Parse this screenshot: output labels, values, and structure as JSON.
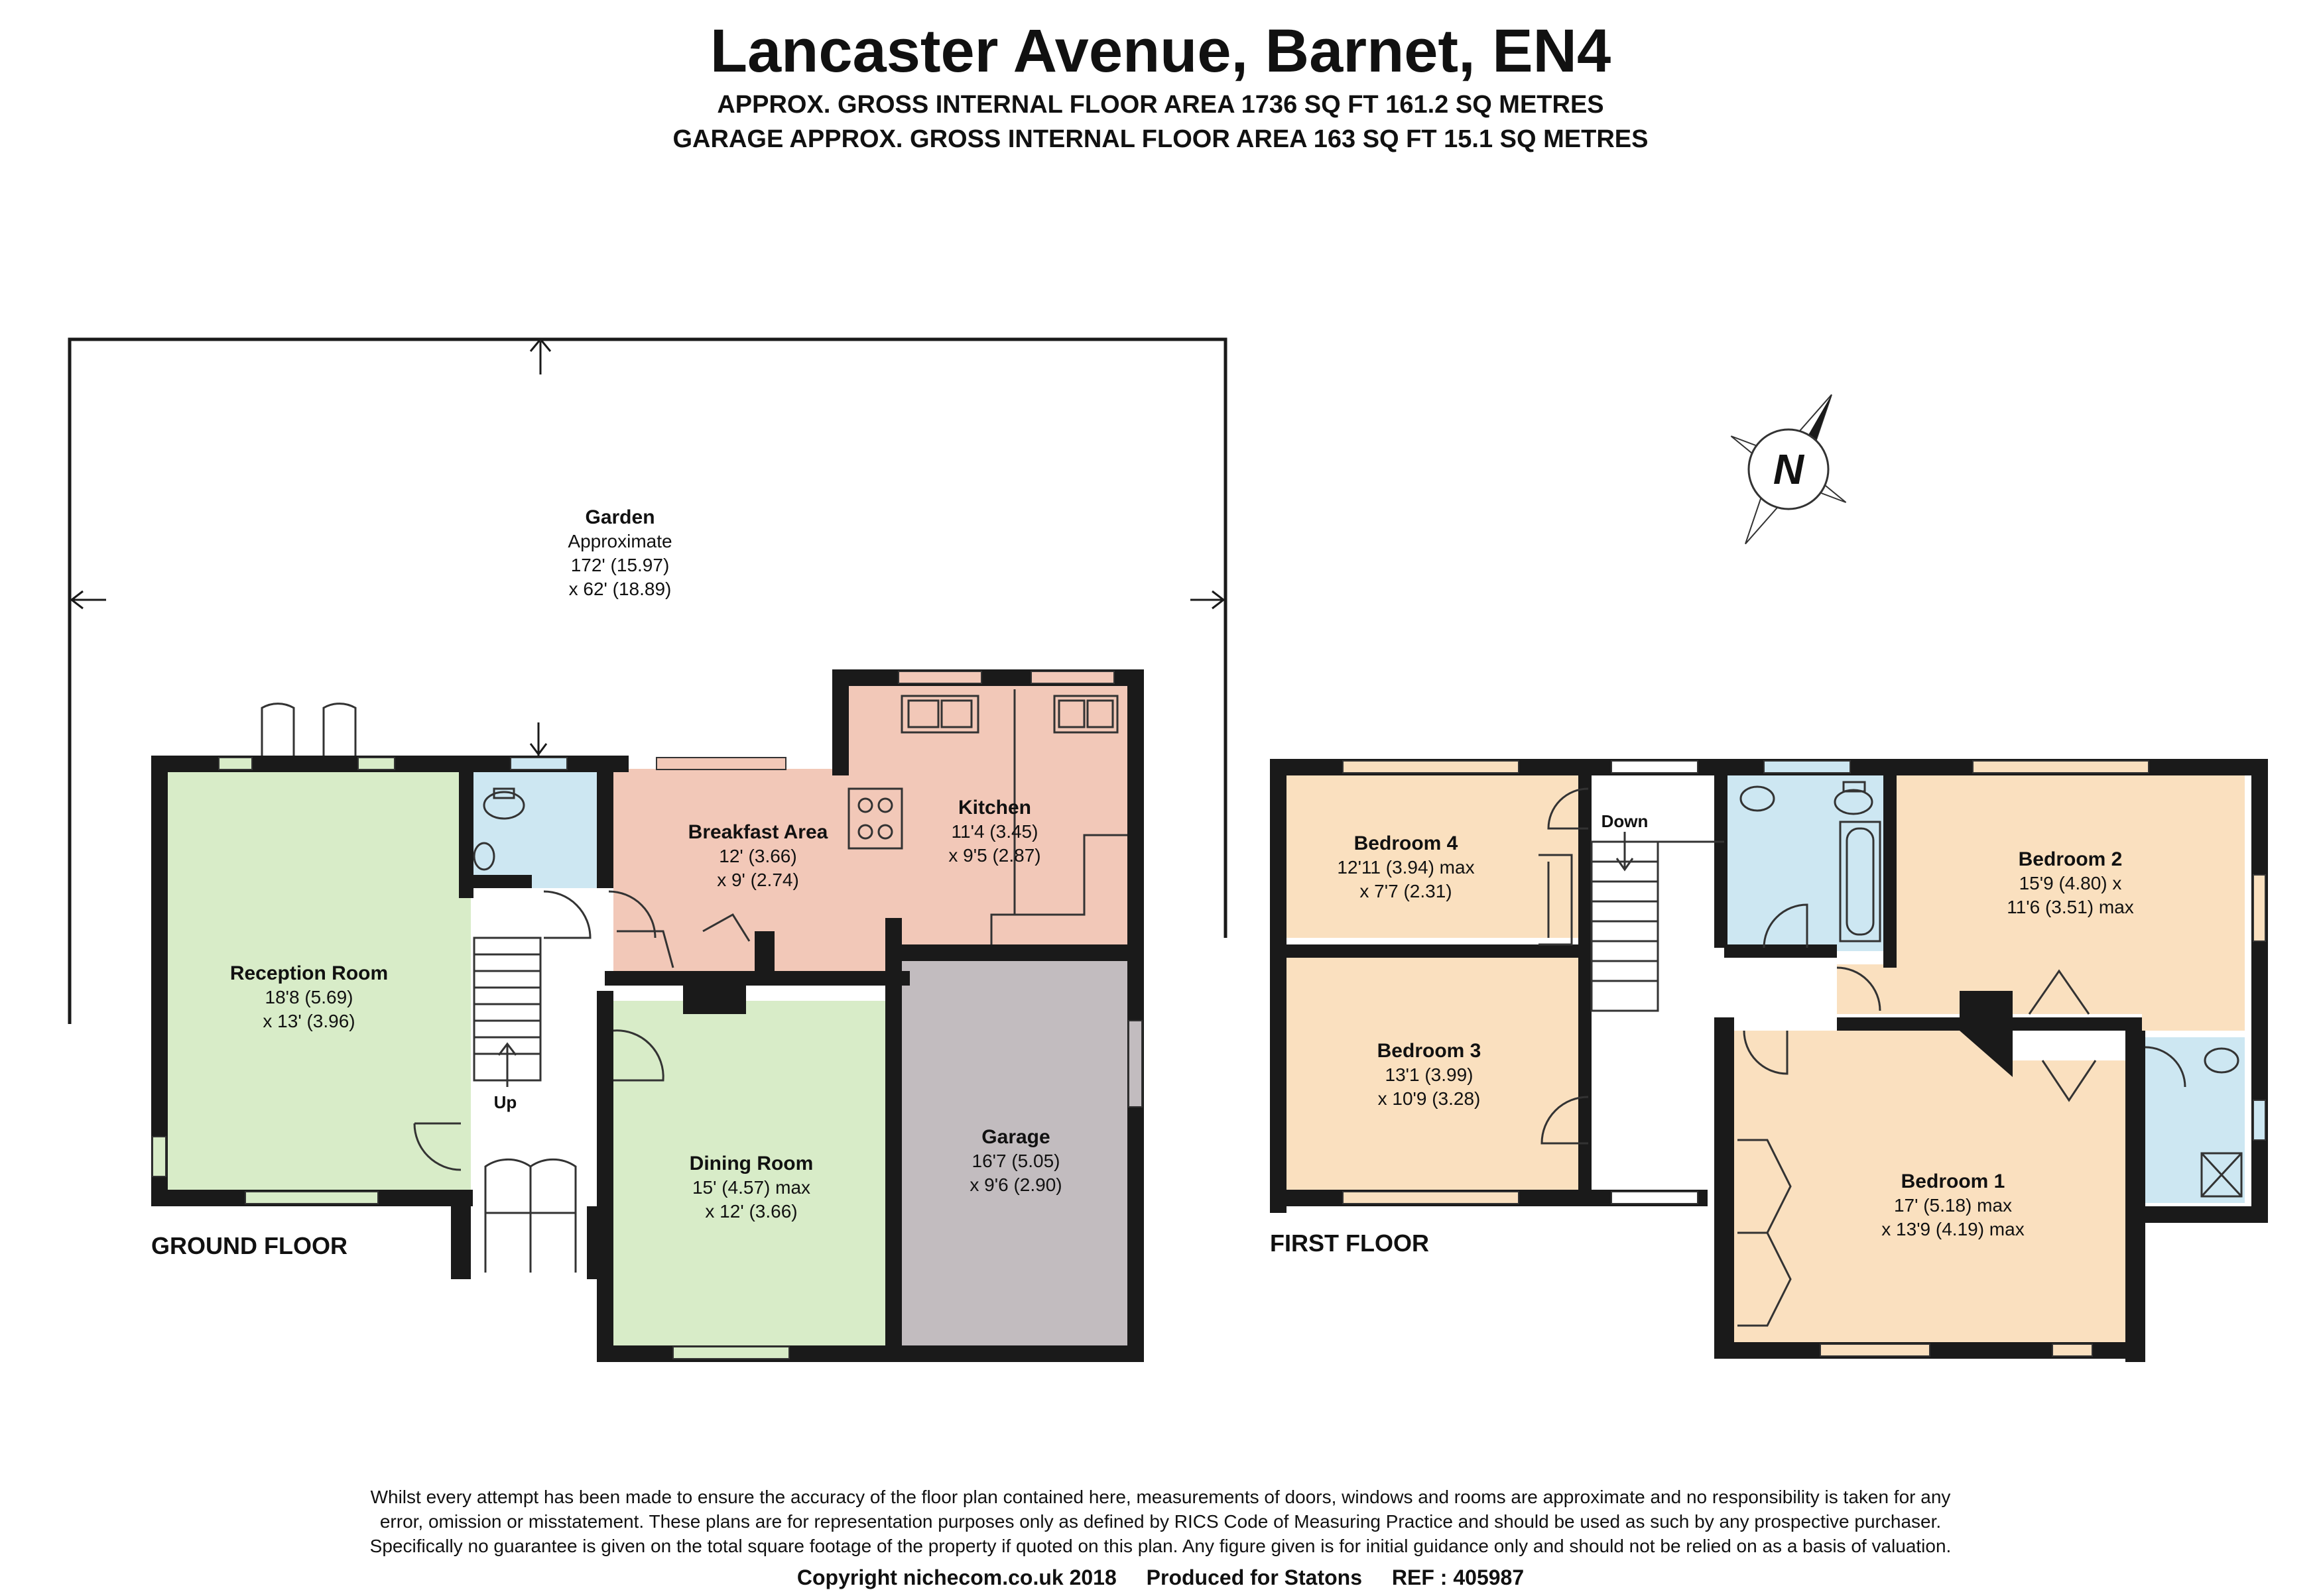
{
  "header": {
    "title": "Lancaster Avenue, Barnet, EN4",
    "subtitle_1": "APPROX. GROSS INTERNAL FLOOR AREA 1736 SQ FT 161.2 SQ METRES",
    "subtitle_2": "GARAGE APPROX. GROSS INTERNAL FLOOR AREA 163 SQ FT 15.1 SQ METRES"
  },
  "compass": {
    "label": "N"
  },
  "ground_floor": {
    "label": "GROUND FLOOR",
    "garden": {
      "name": "Garden",
      "line1": "Approximate",
      "line2": "172' (15.97)",
      "line3": "x 62' (18.89)"
    },
    "reception": {
      "name": "Reception Room",
      "dim1": "18'8 (5.69)",
      "dim2": "x 13' (3.96)"
    },
    "breakfast": {
      "name": "Breakfast Area",
      "dim1": "12' (3.66)",
      "dim2": "x 9' (2.74)"
    },
    "kitchen": {
      "name": "Kitchen",
      "dim1": "11'4 (3.45)",
      "dim2": "x 9'5 (2.87)"
    },
    "dining": {
      "name": "Dining Room",
      "dim1": "15' (4.57) max",
      "dim2": "x 12' (3.66)"
    },
    "garage": {
      "name": "Garage",
      "dim1": "16'7 (5.05)",
      "dim2": "x 9'6 (2.90)"
    },
    "stairs_label": "Up"
  },
  "first_floor": {
    "label": "FIRST FLOOR",
    "bedroom4": {
      "name": "Bedroom 4",
      "dim1": "12'11 (3.94) max",
      "dim2": "x 7'7 (2.31)"
    },
    "bedroom3": {
      "name": "Bedroom 3",
      "dim1": "13'1 (3.99)",
      "dim2": "x 10'9 (3.28)"
    },
    "bedroom2": {
      "name": "Bedroom 2",
      "dim1": "15'9 (4.80) x",
      "dim2": "11'6 (3.51) max"
    },
    "bedroom1": {
      "name": "Bedroom 1",
      "dim1": "17' (5.18) max",
      "dim2": "x 13'9 (4.19) max"
    },
    "stairs_label": "Down"
  },
  "footer": {
    "disclaimer_1": "Whilst every attempt has been made to ensure the accuracy of the floor plan contained here, measurements of doors, windows and rooms are approximate and no responsibility is taken for any",
    "disclaimer_2": "error, omission or misstatement. These plans are for representation purposes only as defined by RICS Code of Measuring Practice and should be used as such by any prospective purchaser.",
    "disclaimer_3": "Specifically no guarantee is given on the total square footage of the property if quoted on this plan. Any figure given is for initial guidance only and should not be relied on as a basis of valuation.",
    "copyright": "Copyright nichecom.co.uk 2018",
    "produced_for": "Produced for Statons",
    "ref": "REF : 405987"
  },
  "colors": {
    "wall": "#1a1a1a",
    "green_room": "#d8ecc8",
    "kitchen": "#f2c8b8",
    "bath": "#cde7f2",
    "bedroom": "#fae0bf",
    "garage": "#c2bcbf",
    "window": "#ffffff"
  }
}
